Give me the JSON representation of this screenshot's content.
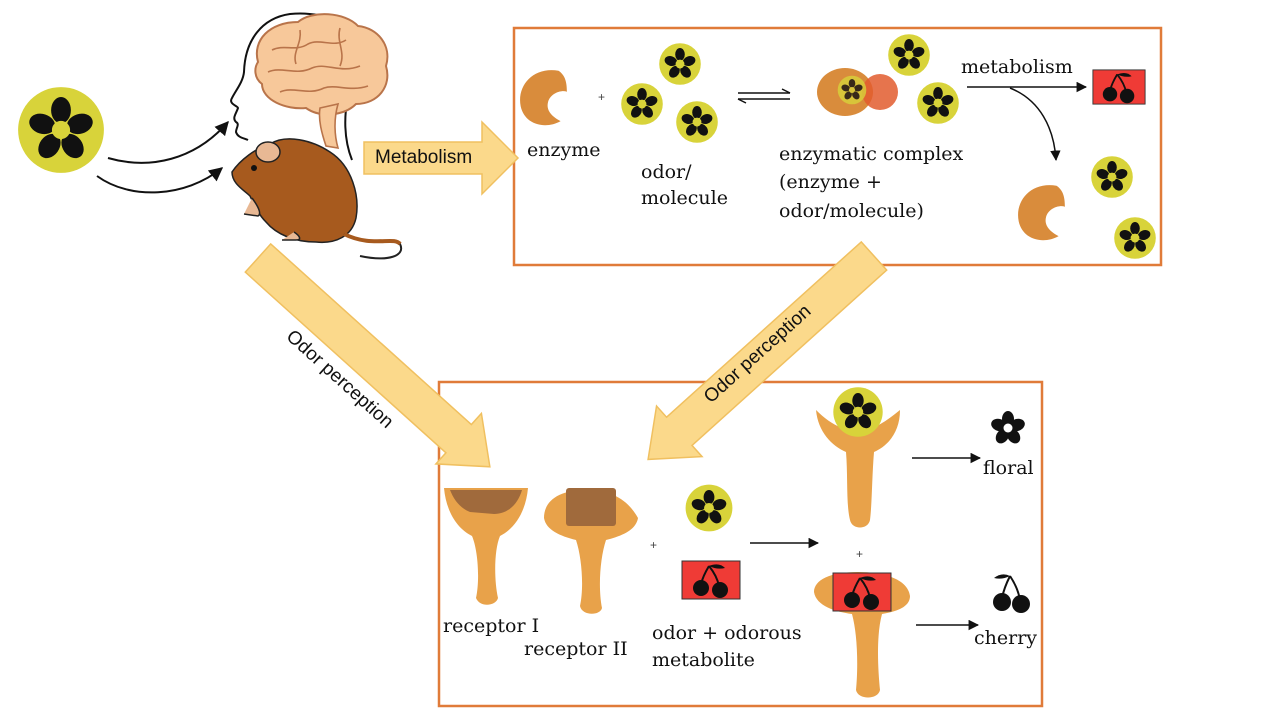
{
  "arrows": {
    "metabolism": "Metabolism",
    "odor_perception_left": "Odor perception",
    "odor_perception_right": "Odor perception"
  },
  "metabolism_panel": {
    "enzyme": "enzyme",
    "odor_molecule_line1": "odor/",
    "odor_molecule_line2": "molecule",
    "complex_line1": "enzymatic complex",
    "complex_line2": "(enzyme +",
    "complex_line3": "odor/molecule)",
    "metabolism": "metabolism",
    "plus": "+"
  },
  "perception_panel": {
    "receptor_1": "receptor I",
    "receptor_2": "receptor II",
    "odor_line1": "odor + odorous",
    "odor_line2": "metabolite",
    "floral": "floral",
    "cherry": "cherry",
    "plus": "+"
  },
  "colors": {
    "panel_border": "#e07b39",
    "flower_disc": "#d8d33a",
    "cherry_box": "#ef3b36",
    "enzyme": "#d98c3c",
    "receptor": "#e8a24a",
    "arrow_fill": "#fbd98b"
  },
  "icons": [
    "flower-icon",
    "cherry-icon",
    "brain-icon",
    "human-head-icon",
    "mouse-icon",
    "enzyme-icon",
    "receptor-icon"
  ]
}
